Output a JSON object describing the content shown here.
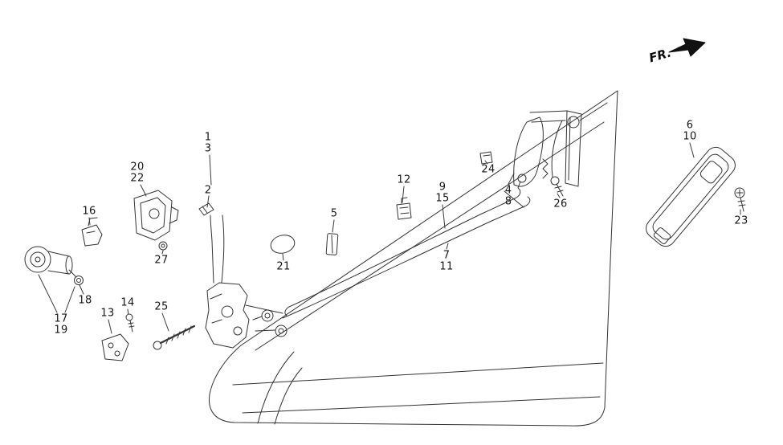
{
  "diagram": {
    "fr_label": "FR.",
    "line_color": "#333333",
    "labels": [
      {
        "text": "1"
      },
      {
        "text": "3"
      },
      {
        "text": "20"
      },
      {
        "text": "22"
      },
      {
        "text": "2"
      },
      {
        "text": "16"
      },
      {
        "text": "12"
      },
      {
        "text": "24"
      },
      {
        "text": "9"
      },
      {
        "text": "15"
      },
      {
        "text": "4"
      },
      {
        "text": "8"
      },
      {
        "text": "26"
      },
      {
        "text": "6"
      },
      {
        "text": "10"
      },
      {
        "text": "23"
      },
      {
        "text": "5"
      },
      {
        "text": "21"
      },
      {
        "text": "7"
      },
      {
        "text": "11"
      },
      {
        "text": "27"
      },
      {
        "text": "18"
      },
      {
        "text": "14"
      },
      {
        "text": "13"
      },
      {
        "text": "25"
      },
      {
        "text": "17"
      },
      {
        "text": "19"
      }
    ]
  }
}
